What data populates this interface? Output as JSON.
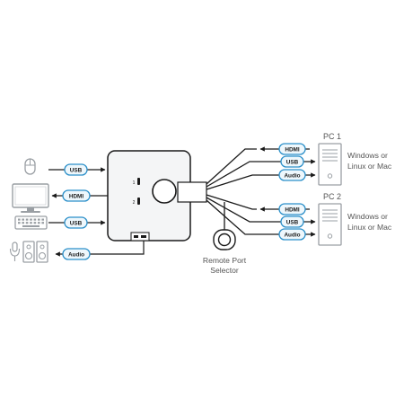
{
  "console_ports": {
    "usb_mouse": "USB",
    "hdmi_monitor": "HDMI",
    "usb_keyboard": "USB",
    "audio": "Audio"
  },
  "computers": [
    {
      "title": "PC 1",
      "os_lines": [
        "Windows or",
        "Linux or Mac"
      ],
      "ports": [
        "HDMI",
        "USB",
        "Audio"
      ]
    },
    {
      "title": "PC 2",
      "os_lines": [
        "Windows or",
        "Linux or Mac"
      ],
      "ports": [
        "HDMI",
        "USB",
        "Audio"
      ]
    }
  ],
  "remote": {
    "label_lines": [
      "Remote Port",
      "Selector"
    ]
  },
  "colors": {
    "badge_border": "#2b8fc9",
    "badge_fill": "#eef7fc",
    "line": "#1a1a1a",
    "device_fill": "#f4f5f6",
    "icon_gray": "#9a9fa4"
  }
}
